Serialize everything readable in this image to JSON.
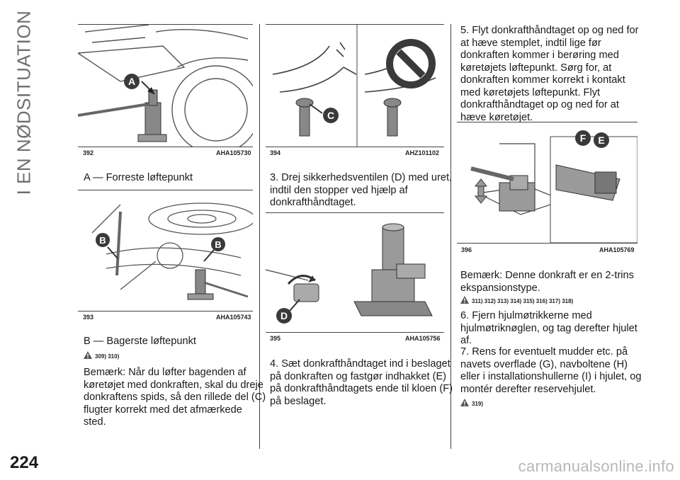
{
  "section_title": "I EN NØDSITUATION",
  "page_number": "224",
  "watermark": "carmanualsonline.info",
  "figures": {
    "f392": {
      "num": "392",
      "code": "AHA105730",
      "marker": "A"
    },
    "f393": {
      "num": "393",
      "code": "AHA105743",
      "marker": "B"
    },
    "f394": {
      "num": "394",
      "code": "AHZ101102",
      "marker": "C"
    },
    "f395": {
      "num": "395",
      "code": "AHA105756",
      "marker": "D"
    },
    "f396": {
      "num": "396",
      "code": "AHA105769",
      "marker_f": "F",
      "marker_e": "E"
    }
  },
  "col1": {
    "caption_a": "A — Forreste løftepunkt",
    "caption_b": "B — Bagerste løftepunkt",
    "warn_refs": "309) 310)",
    "note": [
      "Bemærk: Når du løfter bagenden af",
      "køretøjet med donkraften, skal du dreje",
      "donkraftens spids, så den rillede del (C)",
      "flugter korrekt med det afmærkede",
      "sted."
    ]
  },
  "col2": {
    "step3": [
      "3. Drej sikkerhedsventilen (D) med uret,",
      "indtil den stopper ved hjælp af",
      "donkrafthåndtaget."
    ],
    "step4": [
      "4. Sæt donkrafthåndtaget ind i beslaget",
      "på donkraften og fastgør indhakket (E)",
      "på donkrafthåndtagets ende til kloen (F)",
      "på beslaget."
    ]
  },
  "col3": {
    "step5": [
      "5. Flyt donkrafthåndtaget op og ned for",
      "at hæve stemplet, indtil lige før",
      "donkraften kommer i berøring med",
      "køretøjets løftepunkt. Sørg for, at",
      "donkraften kommer korrekt i kontakt",
      "med køretøjets løftepunkt. Flyt",
      "donkrafthåndtaget op og ned for at",
      "hæve køretøjet."
    ],
    "note": [
      "Bemærk:  Denne donkraft er en 2-trins",
      "ekspansionstype."
    ],
    "warn_refs1": "311) 312) 313) 314) 315) 316) 317) 318)",
    "step6": [
      "6. Fjern hjulmøtrikkerne med",
      "hjulmøtriknøglen, og tag derefter hjulet",
      "af."
    ],
    "step7": [
      "7. Rens for eventuelt mudder etc. på",
      "navets overflade (G), navboltene (H)",
      "eller i installationshullerne (I) i hjulet, og",
      "montér derefter reservehjulet."
    ],
    "warn_refs2": "319)"
  },
  "colors": {
    "grey": "#6e6e6e",
    "marker": "#3a3a3a",
    "watermark": "#b8b8b8"
  }
}
